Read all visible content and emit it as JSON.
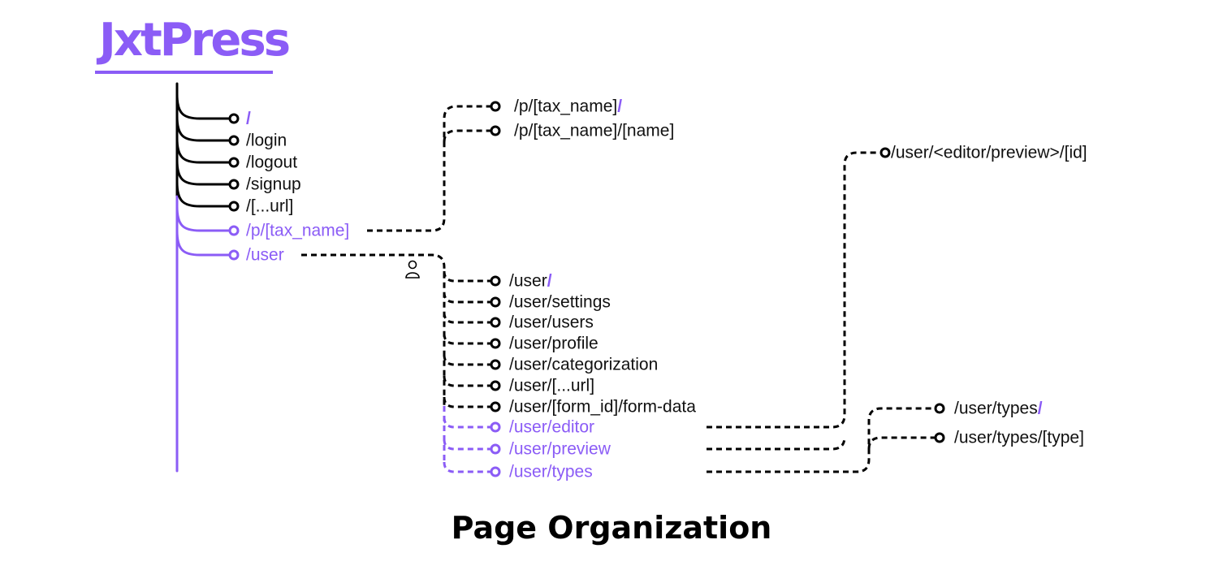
{
  "logo": {
    "text": "JxtPress"
  },
  "title": "Page Organization",
  "colors": {
    "accent": "#8b5cf6",
    "line": "#000000"
  },
  "root_routes": [
    {
      "label": "",
      "slash": "/",
      "style": "black"
    },
    {
      "label": "/login",
      "slash": "",
      "style": "black"
    },
    {
      "label": "/logout",
      "slash": "",
      "style": "black"
    },
    {
      "label": "/signup",
      "slash": "",
      "style": "black"
    },
    {
      "label": "/[...url]",
      "slash": "",
      "style": "black"
    },
    {
      "label": "/p/[tax_name]",
      "slash": "",
      "style": "purple"
    },
    {
      "label": "/user",
      "slash": "",
      "style": "purple"
    }
  ],
  "tax_routes": [
    {
      "label": "/p/[tax_name]",
      "slash": "/"
    },
    {
      "label": "/p/[tax_name]/[name]",
      "slash": ""
    }
  ],
  "user_routes": [
    {
      "label": "/user",
      "slash": "/",
      "style": "black"
    },
    {
      "label": "/user/settings",
      "slash": "",
      "style": "black"
    },
    {
      "label": "/user/users",
      "slash": "",
      "style": "black"
    },
    {
      "label": "/user/profile",
      "slash": "",
      "style": "black"
    },
    {
      "label": "/user/categorization",
      "slash": "",
      "style": "black"
    },
    {
      "label": "/user/[...url]",
      "slash": "",
      "style": "black"
    },
    {
      "label": "/user/[form_id]/form-data",
      "slash": "",
      "style": "black"
    },
    {
      "label": "/user/editor",
      "slash": "",
      "style": "purple"
    },
    {
      "label": "/user/preview",
      "slash": "",
      "style": "purple"
    },
    {
      "label": "/user/types",
      "slash": "",
      "style": "purple"
    }
  ],
  "editor_routes": [
    {
      "label": "/user/<editor/preview>/[id]",
      "slash": ""
    }
  ],
  "types_routes": [
    {
      "label": "/user/types",
      "slash": "/"
    },
    {
      "label": "/user/types/[type]",
      "slash": ""
    }
  ],
  "icons": {
    "auth": "user-icon"
  }
}
